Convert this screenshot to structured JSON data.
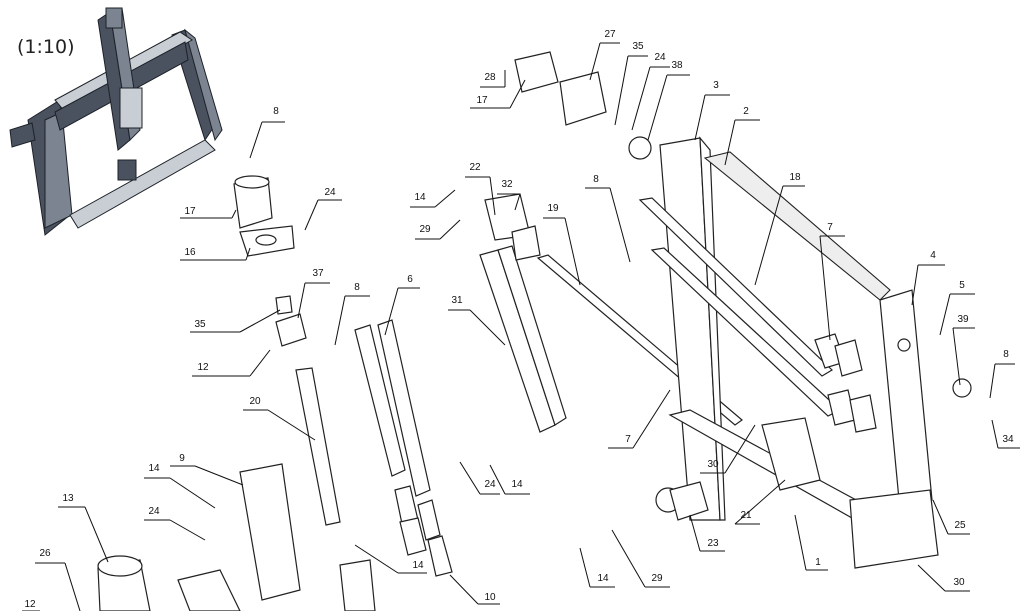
{
  "scale_label": "(1:10)",
  "callouts": [
    "8",
    "17",
    "24",
    "16",
    "37",
    "35",
    "12",
    "8",
    "6",
    "20",
    "9",
    "14",
    "24",
    "13",
    "26",
    "12",
    "14",
    "10",
    "24",
    "14",
    "31",
    "14",
    "29",
    "22",
    "32",
    "19",
    "28",
    "17",
    "27",
    "35",
    "24",
    "38",
    "3",
    "2",
    "18",
    "8",
    "7",
    "4",
    "5",
    "39",
    "8",
    "34",
    "7",
    "30",
    "21",
    "25",
    "1",
    "23",
    "29",
    "14",
    "30"
  ]
}
